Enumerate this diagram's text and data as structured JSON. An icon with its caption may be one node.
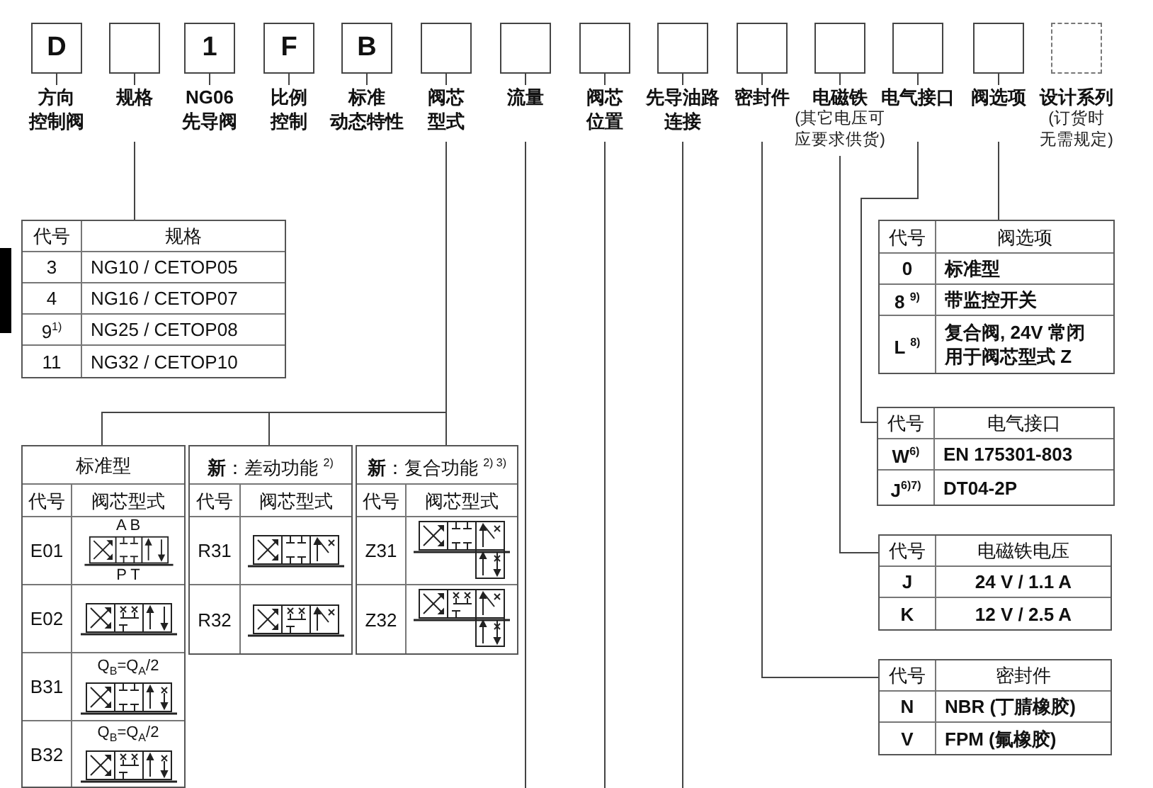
{
  "diagram": {
    "nodes": [
      {
        "text": [
          "D"
        ],
        "beside": [
          "方向控制阀"
        ]
      },
      {
        "text": [],
        "shape": "box",
        "beside": [
          "规格"
        ]
      },
      {
        "text": [
          "1"
        ],
        "beside": [
          "NG06 先导阀"
        ]
      },
      {
        "text": [
          "F"
        ],
        "beside": [
          "比例控制"
        ]
      },
      {
        "text": [
          "B"
        ],
        "beside": [
          "标准动态特性"
        ]
      },
      {
        "text": [],
        "shape": "box",
        "beside": [
          "阀芯型式"
        ]
      },
      {
        "text": [],
        "shape": "box",
        "beside": [
          "流量"
        ]
      },
      {
        "text": [],
        "shape": "box",
        "beside": [
          "阀芯位置"
        ]
      },
      {
        "text": [],
        "shape": "box",
        "beside": [
          "先导油路连接"
        ]
      },
      {
        "text": [],
        "shape": "box",
        "beside": [
          "密封件"
        ]
      },
      {
        "text": [],
        "shape": "box",
        "beside": [
          "电磁铁",
          "(其它电压可应要求供货)"
        ]
      },
      {
        "text": [],
        "shape": "box",
        "beside": [
          "电气接口"
        ]
      },
      {
        "text": [],
        "shape": "box",
        "beside": [
          "阀选项"
        ]
      },
      {
        "text": [],
        "shape": "box",
        "beside": [
          "设计系列",
          "(订货时无需规定)"
        ]
      },
      {
        "text": [
          "代号",
          "规格",
          "3",
          "NG10 / CETOP05",
          "4",
          "NG16 / CETOP07",
          "9$^{1)}$",
          "NG25 / CETOP08",
          "11",
          "NG32 / CETOP10"
        ]
      },
      {
        "text": [
          "标准型",
          "代号",
          "阀芯型式",
          "E01",
          "A B",
          "P T",
          "E02",
          "B31",
          "Q$_{B}$=Q$_{A}$/2",
          "B32",
          "Q$_{B}$=Q$_{A}$/2"
        ]
      },
      {
        "text": [
          "**新**：差动功能 $^{2)}$",
          "代号",
          "阀芯型式",
          "R31",
          "R32"
        ]
      },
      {
        "text": [
          "**新**：复合功能 $^{2) 3)}$",
          "代号",
          "阀芯型式",
          "Z31",
          "Z32"
        ]
      },
      {
        "text": [
          "代号",
          "阀选项",
          "0",
          "标准型",
          "8 $^{9)}$",
          "带监控开关",
          "L $^{8)}$",
          "复合阀, 24V 常闭用于阀芯型式 Z"
        ]
      },
      {
        "text": [
          "代号",
          "电气接口",
          "W$^{6)}$",
          "EN 175301-803",
          "J$^{6)7)}$",
          "DT04-2P"
        ]
      },
      {
        "text": [
          "代号",
          "电磁铁电压",
          "J",
          "24 V / 1.1 A",
          "K",
          "12 V / 2.5 A"
        ]
      },
      {
        "text": [
          "代号",
          "密封件",
          "N",
          "NBR (丁腈橡胶)",
          "V",
          "FPM (氟橡胶)"
        ]
      }
    ],
    "edges": [
      {
        "from": 1,
        "to": 14,
        "arrow": "none"
      },
      {
        "from": 5,
        "to": 15,
        "arrow": "none"
      },
      {
        "from": 5,
        "to": 16,
        "arrow": "none"
      },
      {
        "from": 5,
        "to": 17,
        "arrow": "none"
      },
      {
        "from": 6,
        "to": null,
        "arrow": "none"
      },
      {
        "from": 7,
        "to": null,
        "arrow": "none"
      },
      {
        "from": 8,
        "to": null,
        "arrow": "none"
      },
      {
        "from": 9,
        "to": 21,
        "arrow": "none"
      },
      {
        "from": 10,
        "to": 20,
        "arrow": "none"
      },
      {
        "from": 11,
        "to": 19,
        "arrow": "none"
      },
      {
        "from": 12,
        "to": 18,
        "arrow": "none"
      }
    ]
  }
}
